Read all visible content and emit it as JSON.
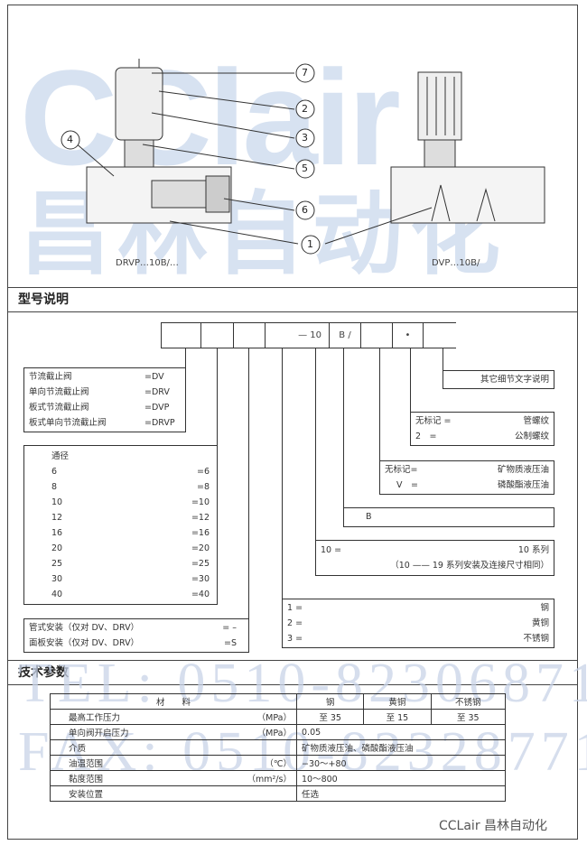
{
  "watermark": {
    "logo": "CClair 昌林自动化",
    "tel": "TEL: 0510-82306871",
    "fax": "FAX: 0510-82328771"
  },
  "drawing": {
    "left_label": "DRVP…10B/…",
    "right_label": "DVP…10B/",
    "callouts": [
      "7",
      "2",
      "3",
      "5",
      "6",
      "1",
      "4"
    ]
  },
  "model": {
    "title": "型号说明",
    "code_cells": [
      "",
      "",
      "",
      "— 10",
      "B /",
      "",
      "•"
    ],
    "type_box": [
      {
        "k": "节流截止阀",
        "v": "=DV"
      },
      {
        "k": "单向节流截止阀",
        "v": "=DRV"
      },
      {
        "k": "板式节流截止阀",
        "v": "=DVP"
      },
      {
        "k": "板式单向节流截止阀",
        "v": "=DRVP"
      }
    ],
    "size_box": {
      "title": "通径",
      "rows": [
        {
          "k": "6",
          "v": "=6"
        },
        {
          "k": "8",
          "v": "=8"
        },
        {
          "k": "10",
          "v": "=10"
        },
        {
          "k": "12",
          "v": "=12"
        },
        {
          "k": "16",
          "v": "=16"
        },
        {
          "k": "20",
          "v": "=20"
        },
        {
          "k": "25",
          "v": "=25"
        },
        {
          "k": "30",
          "v": "=30"
        },
        {
          "k": "40",
          "v": "=40"
        }
      ]
    },
    "mount_box": [
      {
        "k": "管式安装（仅对 DV、DRV）",
        "v": "= –"
      },
      {
        "k": "面板安装（仅对 DV、DRV）",
        "v": "=S"
      }
    ],
    "other_box": "其它细节文字说明",
    "thread_box": [
      {
        "k": "无标记 =",
        "v": "管螺纹"
      },
      {
        "k": "2　=",
        "v": "公制螺纹"
      }
    ],
    "fluid_box": [
      {
        "k": "无标记=",
        "v": "矿物质液压油"
      },
      {
        "k": "V　=",
        "v": "磷酸酯液压油"
      }
    ],
    "b_box": "B",
    "series_box": {
      "k": "10 =",
      "v": "10 系列",
      "note": "（10 —— 19 系列安装及连接尺寸相同）"
    },
    "material_box": [
      {
        "k": "1 =",
        "v": "钢"
      },
      {
        "k": "2 =",
        "v": "黄铜"
      },
      {
        "k": "3 =",
        "v": "不锈钢"
      }
    ]
  },
  "tech": {
    "title": "技术参数",
    "header": {
      "label": "材　　料",
      "cols": [
        "钢",
        "黄铜",
        "不锈钢"
      ]
    },
    "rows": [
      {
        "name": "最高工作压力",
        "unit": "（MPa）",
        "vals": [
          "至 35",
          "至 15",
          "至 35"
        ]
      },
      {
        "name": "单向阀开启压力",
        "unit": "（MPa）",
        "val": "0.05"
      },
      {
        "name": "介质",
        "unit": "",
        "val": "矿物质液压油、磷酸酯液压油"
      },
      {
        "name": "油温范围",
        "unit": "（℃）",
        "val": "−30～+80"
      },
      {
        "name": "黏度范围",
        "unit": "（mm²/s）",
        "val": "10～800"
      },
      {
        "name": "安装位置",
        "unit": "",
        "val": "任选"
      }
    ]
  },
  "footer": "CCLair 昌林自动化"
}
